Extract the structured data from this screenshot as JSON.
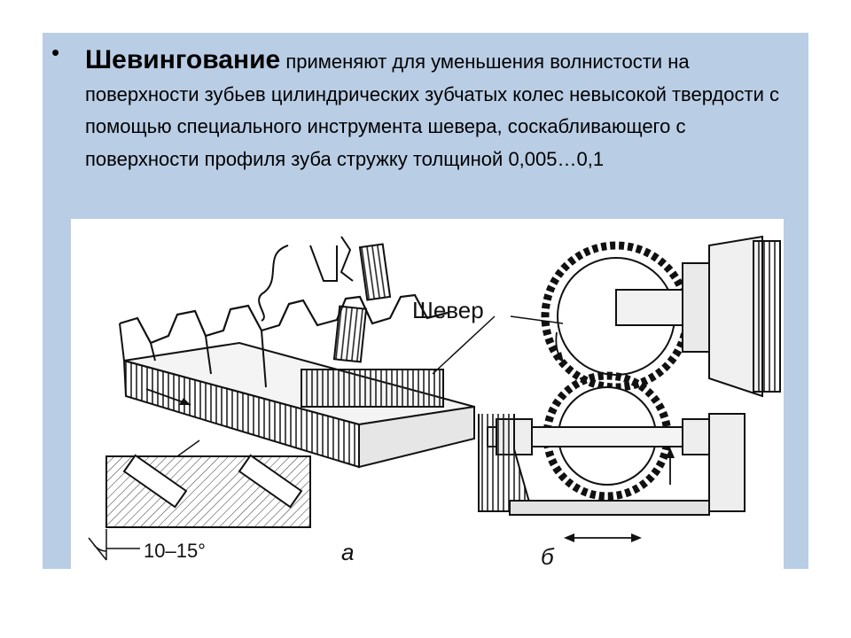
{
  "slide": {
    "bullet_char": "•",
    "term": "Шевингование",
    "text": " применяют для уменьшения волнистости на поверхности зубьев цилиндрических зубчатых колес  невысокой твердости с помощью специального инструмента шевера, соскабливающего с поверхности профиля зуба стружку толщиной 0,005…0,1"
  },
  "figure": {
    "label_shaver": "Шевер",
    "label_angle": "10–15°",
    "label_a": "а",
    "label_b": "б"
  }
}
